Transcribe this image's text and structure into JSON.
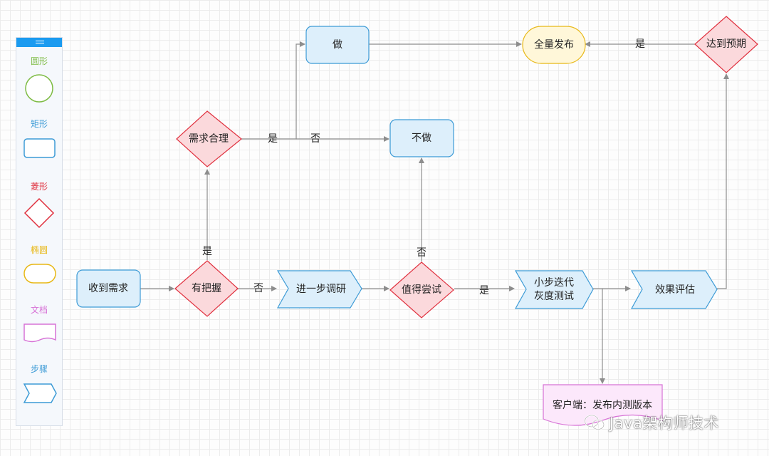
{
  "palette": {
    "items": [
      {
        "label": "圆形",
        "shape": "circle",
        "color": "#7dbb43"
      },
      {
        "label": "矩形",
        "shape": "rect",
        "color": "#3d9bd6"
      },
      {
        "label": "菱形",
        "shape": "diamond",
        "color": "#e0303e"
      },
      {
        "label": "椭圆",
        "shape": "ellipse",
        "color": "#e8b816"
      },
      {
        "label": "文档",
        "shape": "document",
        "color": "#d772d6"
      },
      {
        "label": "步骤",
        "shape": "step",
        "color": "#3d9bd6"
      }
    ]
  },
  "nodes": {
    "receive": "收到需求",
    "confident": "有把握",
    "research": "进一步调研",
    "worth": "值得尝试",
    "iterate": [
      "小步迭代",
      "灰度测试"
    ],
    "evaluate": "效果评估",
    "reasonable": "需求合理",
    "do": "做",
    "not_do": "不做",
    "release": "全量发布",
    "expect": "达到预期",
    "client": "客户端：发布内测版本"
  },
  "edges": {
    "confident_no": "否",
    "confident_yes": "是",
    "worth_yes": "是",
    "worth_no": "否",
    "reasonable_yes": "是",
    "reasonable_no": "否",
    "expect_yes": "是"
  },
  "colors": {
    "blue_fill": "#ddeffb",
    "blue_stroke": "#3d9bd6",
    "red_fill": "#fbd9dc",
    "red_stroke": "#e0303e",
    "yellow_fill": "#fff7d9",
    "yellow_stroke": "#e8b816",
    "pink_fill": "#fce8fb",
    "pink_stroke": "#d772d6",
    "edge": "#8d8d8d"
  },
  "watermark": "Java架构师技术"
}
